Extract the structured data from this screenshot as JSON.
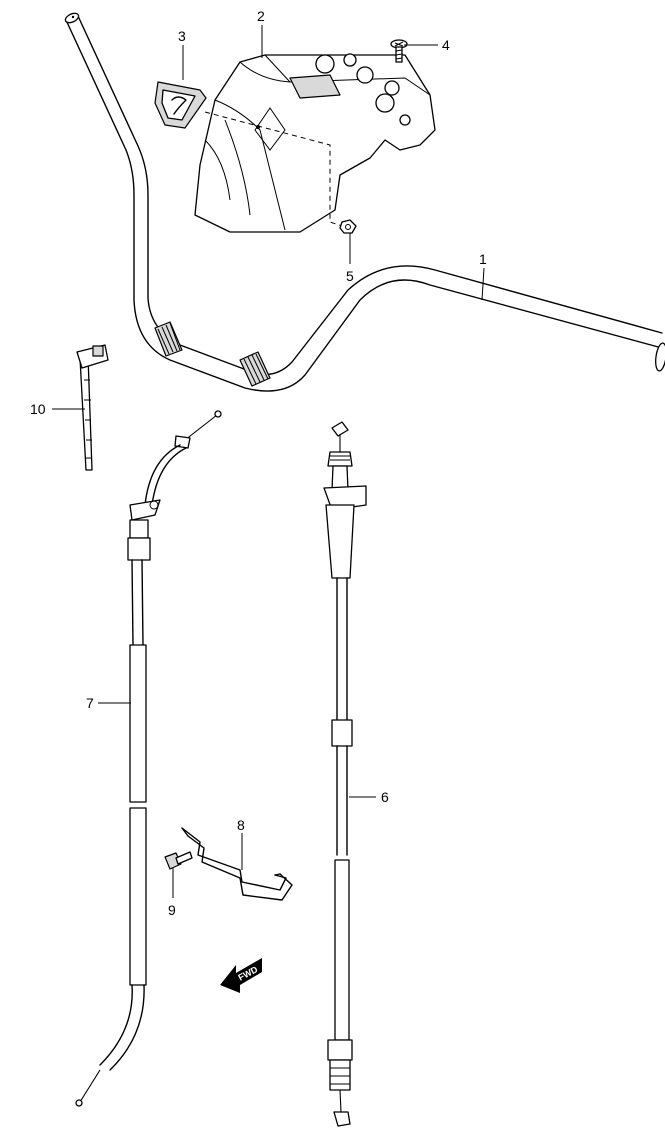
{
  "callouts": {
    "c1": "1",
    "c2": "2",
    "c3": "3",
    "c4": "4",
    "c5": "5",
    "c6": "6",
    "c7": "7",
    "c8": "8",
    "c9": "9",
    "c10": "10"
  },
  "fwd_label": "FWD"
}
